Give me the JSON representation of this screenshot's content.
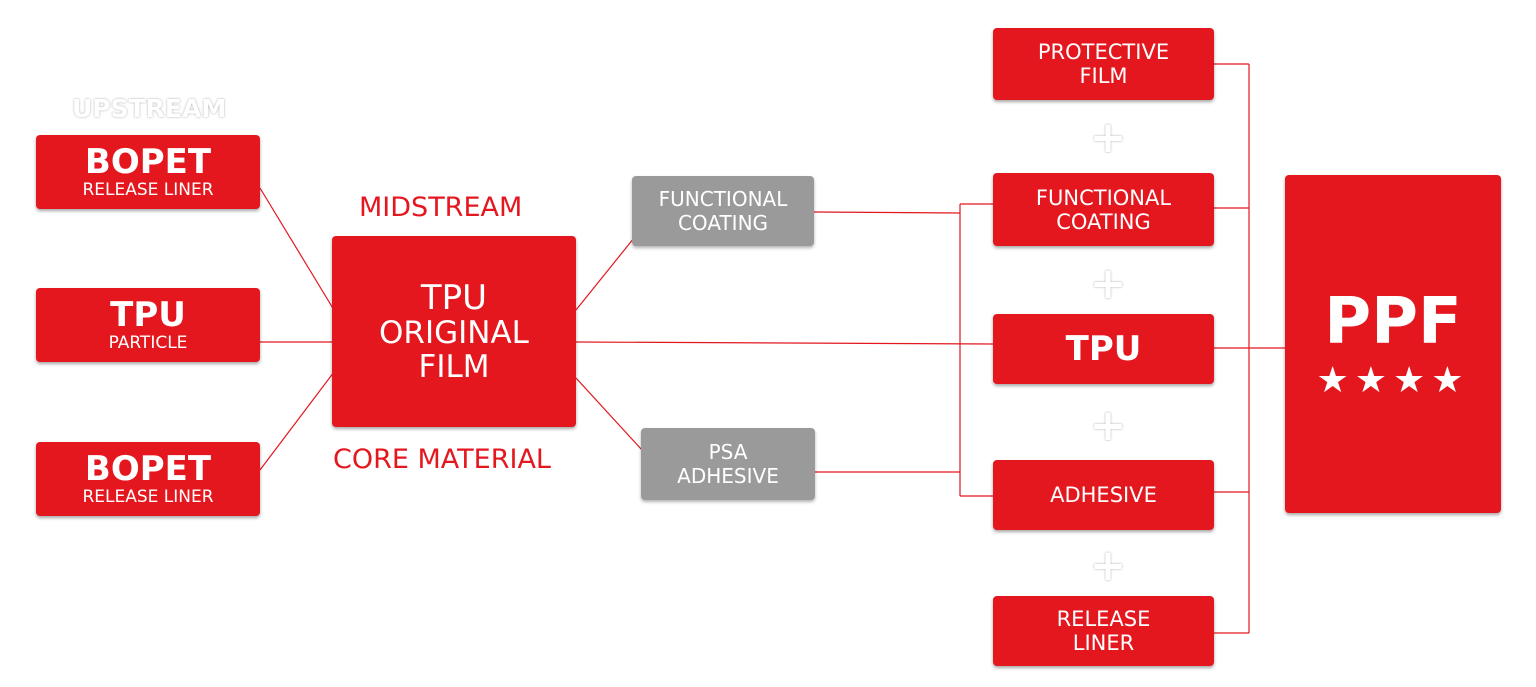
{
  "colors": {
    "accent": "#e4171f",
    "neutral": "#9a9a9a",
    "text_on_box": "#ffffff",
    "connector": "#e4171f"
  },
  "upstream": {
    "title": "UPSTREAM",
    "bopet_top": {
      "title": "BOPET",
      "subtitle": "RELEASE LINER"
    },
    "tpu": {
      "title": "TPU",
      "subtitle": "PARTICLE"
    },
    "bopet_bottom": {
      "title": "BOPET",
      "subtitle": "RELEASE LINER"
    }
  },
  "midstream": {
    "title": "MIDSTREAM",
    "core": {
      "line1": "TPU",
      "line2": "ORIGINAL",
      "line3": "FILM"
    },
    "caption": "CORE MATERIAL"
  },
  "intermediate": {
    "functional_coating": {
      "line1": "FUNCTIONAL",
      "line2": "COATING"
    },
    "psa_adhesive": {
      "line1": "PSA",
      "line2": "ADHESIVE"
    }
  },
  "layers": {
    "protective_film": {
      "line1": "PROTECTIVE",
      "line2": "FILM"
    },
    "functional_coating": {
      "line1": "FUNCTIONAL",
      "line2": "COATING"
    },
    "tpu": {
      "label": "TPU"
    },
    "adhesive": {
      "label": "ADHESIVE"
    },
    "release_liner": {
      "line1": "RELEASE",
      "line2": "LINER"
    },
    "plus_sign": "+"
  },
  "product": {
    "title": "PPF",
    "stars": "★★★★",
    "icon": "star-icon"
  }
}
